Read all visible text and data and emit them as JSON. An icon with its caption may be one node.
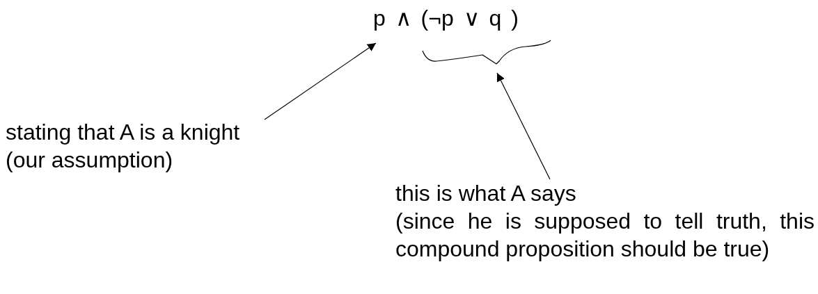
{
  "diagram": {
    "nodes": [
      {
        "text": [
          "p ∧ (¬p ∨ q )"
        ]
      },
      {
        "text": [],
        "shape": "brace"
      },
      {
        "text": [
          "stating that A is a knight (our assumption)"
        ]
      },
      {
        "text": [
          "this is what A says",
          "(since he is supposed to tell truth, this compound proposition should be true)"
        ]
      }
    ],
    "edges": [
      {
        "from": 2,
        "to": 0,
        "arrow": "to"
      },
      {
        "from": 3,
        "to": 1,
        "arrow": "to"
      }
    ]
  }
}
